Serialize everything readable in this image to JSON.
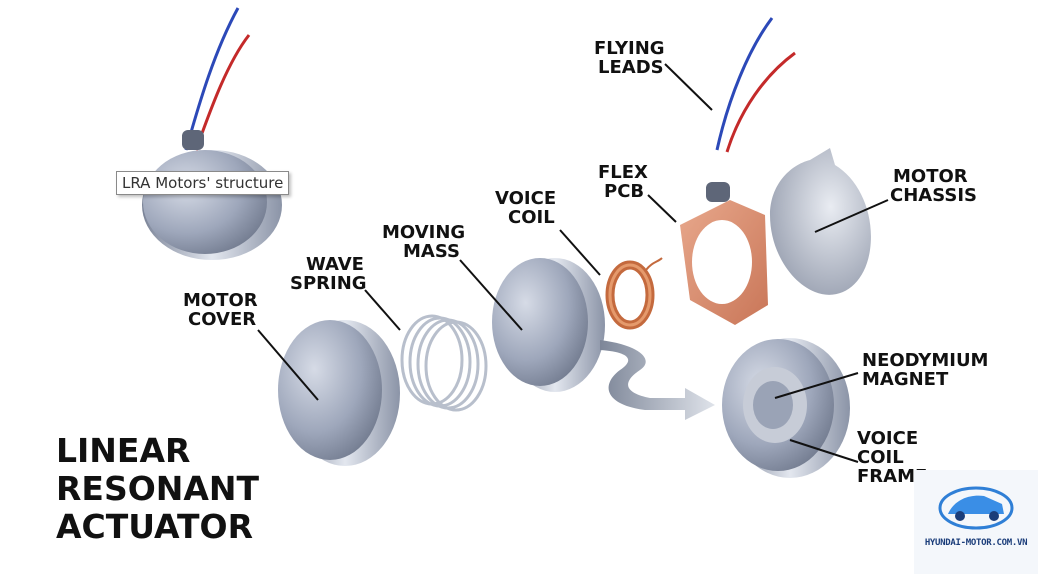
{
  "title_lines": [
    "LINEAR",
    "RESONANT",
    "ACTUATOR"
  ],
  "tooltip": "LRA Motors' structure",
  "labels": {
    "flying_leads": [
      "FLYING",
      "LEADS"
    ],
    "flex_pcb": [
      "FLEX",
      "PCB"
    ],
    "motor_chassis": [
      "MOTOR",
      "CHASSIS"
    ],
    "voice_coil": [
      "VOICE",
      "COIL"
    ],
    "moving_mass": [
      "MOVING",
      "MASS"
    ],
    "wave_spring": [
      "WAVE",
      "SPRING"
    ],
    "motor_cover": [
      "MOTOR",
      "COVER"
    ],
    "neodymium_magnet": [
      "NEODYMIUM",
      "MAGNET"
    ],
    "voice_coil_frame": [
      "VOICE",
      "COIL",
      "FRAME"
    ]
  },
  "watermark": {
    "text": "HYUNDAI-MOTOR.COM.VN"
  },
  "colors": {
    "metal": "#9aa4b8",
    "copper": "#d9896a",
    "wire_blue": "#2c49b8",
    "wire_red": "#c42a2a"
  }
}
